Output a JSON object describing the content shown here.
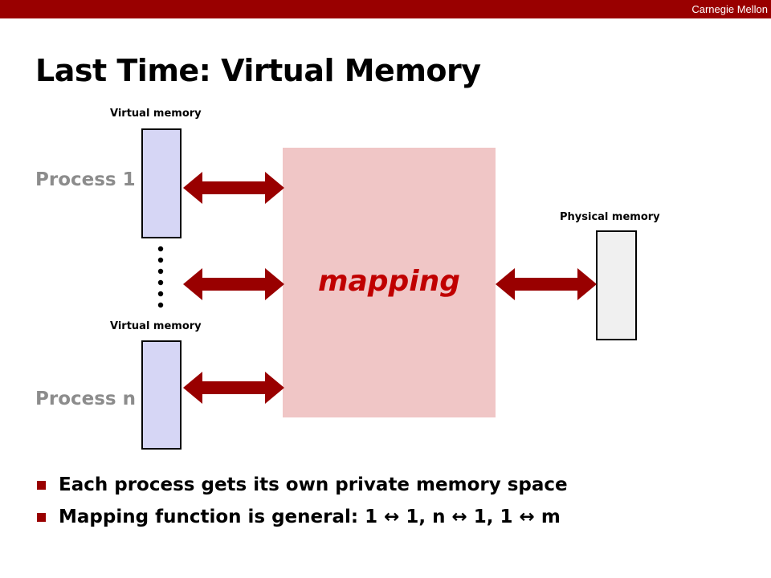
{
  "header": {
    "brand": "Carnegie Mellon"
  },
  "title": "Last Time: Virtual Memory",
  "diagram": {
    "virtual_memory_label_top": "Virtual memory",
    "virtual_memory_label_bottom": "Virtual memory",
    "physical_memory_label": "Physical memory",
    "process_1_label": "Process 1",
    "process_n_label": "Process n",
    "mapping_label": "mapping"
  },
  "bullets": [
    "Each process gets its own private memory space",
    "Mapping function is general: 1 ↔ 1, n ↔ 1, 1 ↔ m"
  ],
  "colors": {
    "header_bar": "#990000",
    "arrow": "#990000",
    "mapping_fill": "#f0c6c6",
    "mapping_text": "#c00000",
    "virtual_memory_fill": "#d6d6f5",
    "physical_memory_fill": "#f0f0f0"
  }
}
